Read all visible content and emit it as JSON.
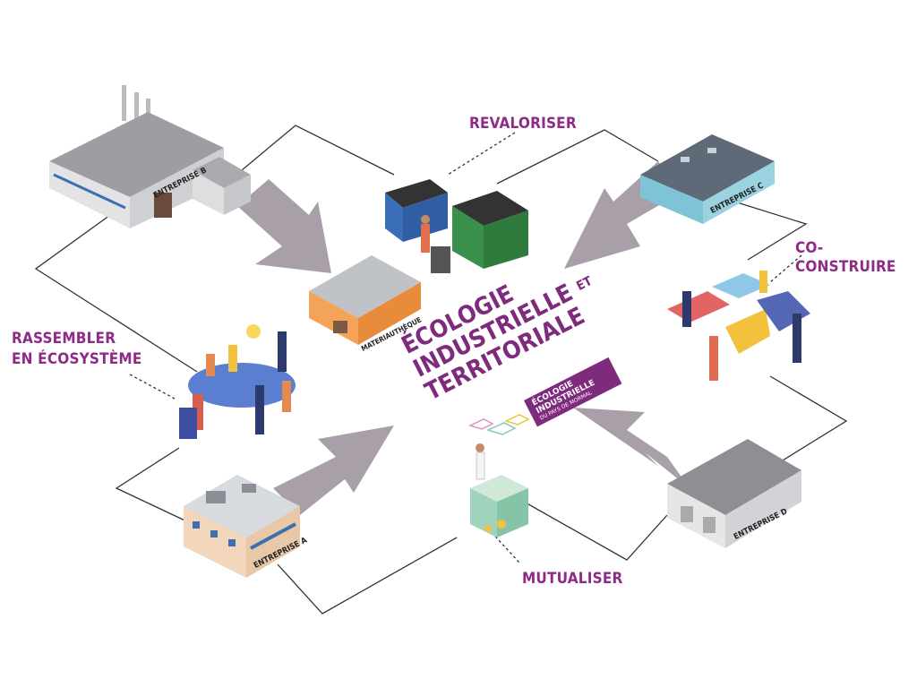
{
  "actions": {
    "revaloriser": "REVALORISER",
    "co_construire": "CO-CONSTRUIRE",
    "rassembler_line1": "RASSEMBLER",
    "rassembler_line2": "EN ÉCOSYSTÈME",
    "mutualiser": "MUTUALISER"
  },
  "center_title": {
    "line1": "Écologie",
    "line2": "Industrielle",
    "line2_suffix": "et",
    "line3": "Territoriale"
  },
  "logo": {
    "line1": "Écologie",
    "line2": "Industrielle",
    "line3": "du pays de Mormal"
  },
  "buildings": {
    "entreprise_a": "ENTREPRISE A",
    "entreprise_b": "ENTREPRISE B",
    "entreprise_c": "ENTREPRISE C",
    "entreprise_d": "ENTREPRISE D",
    "materiautheque": "MATERIAUTHÈQUE"
  },
  "colors": {
    "accent": "#8e2a88",
    "arrow": "#a79fa7",
    "connector": "#333333"
  }
}
